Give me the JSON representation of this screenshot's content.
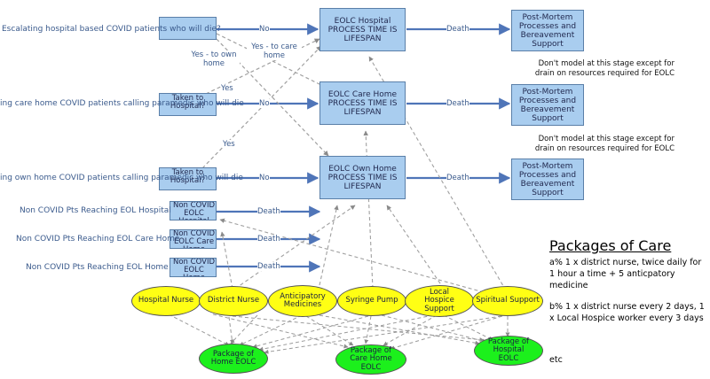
{
  "triggers": [
    {
      "label": "Escalating hospital based COVID patients who will die?",
      "box": ""
    },
    {
      "label": "ing care home COVID patients calling paramedic who will die",
      "box": "Taken to Hospital?"
    },
    {
      "label": "ing own home COVID patients calling paramedic who will die",
      "box": "Taken to Hospital?"
    }
  ],
  "lifespan_boxes": [
    {
      "title": "EOLC Hospital",
      "body": "PROCESS TIME IS LIFESPAN"
    },
    {
      "title": "EOLC Care Home",
      "body": "PROCESS TIME IS LIFESPAN"
    },
    {
      "title": "EOLC Own Home",
      "body": "PROCESS TIME IS LIFESPAN"
    }
  ],
  "postmortem_boxes": [
    {
      "text": "Post-Mortem Processes and Bereavement Support"
    },
    {
      "text": "Post-Mortem Processes and Bereavement Support"
    },
    {
      "text": "Post-Mortem Processes and Bereavement Support"
    }
  ],
  "notes": [
    "Don't model at this stage except for drain on resources required for EOLC",
    "Don't model at this stage except for drain on resources required for EOLC"
  ],
  "edge_labels": {
    "no": "No",
    "death": "Death",
    "yes": "Yes",
    "yes_own_home": "Yes - to own home",
    "yes_care_home": "Yes - to care home"
  },
  "non_covid": [
    {
      "label": "Non COVID Pts Reaching EOL Hospital",
      "box": "Non COVID EOLC Hospital"
    },
    {
      "label": "Non COVID Pts Reaching EOL Care Home",
      "box": "Non COVID EOLC Care Home"
    },
    {
      "label": "Non COVID Pts Reaching EOL Home",
      "box": "Non COVID EOLC Home"
    }
  ],
  "resources": [
    "Hospital Nurse",
    "District Nurse",
    "Anticipatory Medicines",
    "Syringe Pump",
    "Local Hospice Support",
    "Spiritual Support"
  ],
  "packages": [
    "Package of Home EOLC",
    "Package of Care Home EOLC",
    "Package of Hospital EOLC"
  ],
  "packages_of_care": {
    "title": "Packages of Care",
    "items": [
      "a% 1 x district nurse, twice daily for 1 hour a time + 5 anticpatory medicine",
      "b% 1 x district nurse every 2 days, 1 x Local Hospice worker every 3 days",
      "etc"
    ]
  },
  "colors": {
    "box_fill": "#a9cdef",
    "arrow": "#4f75b8",
    "resource_fill": "#ffff14",
    "package_fill": "#1cf01c",
    "dashed": "#9a9a9a"
  }
}
